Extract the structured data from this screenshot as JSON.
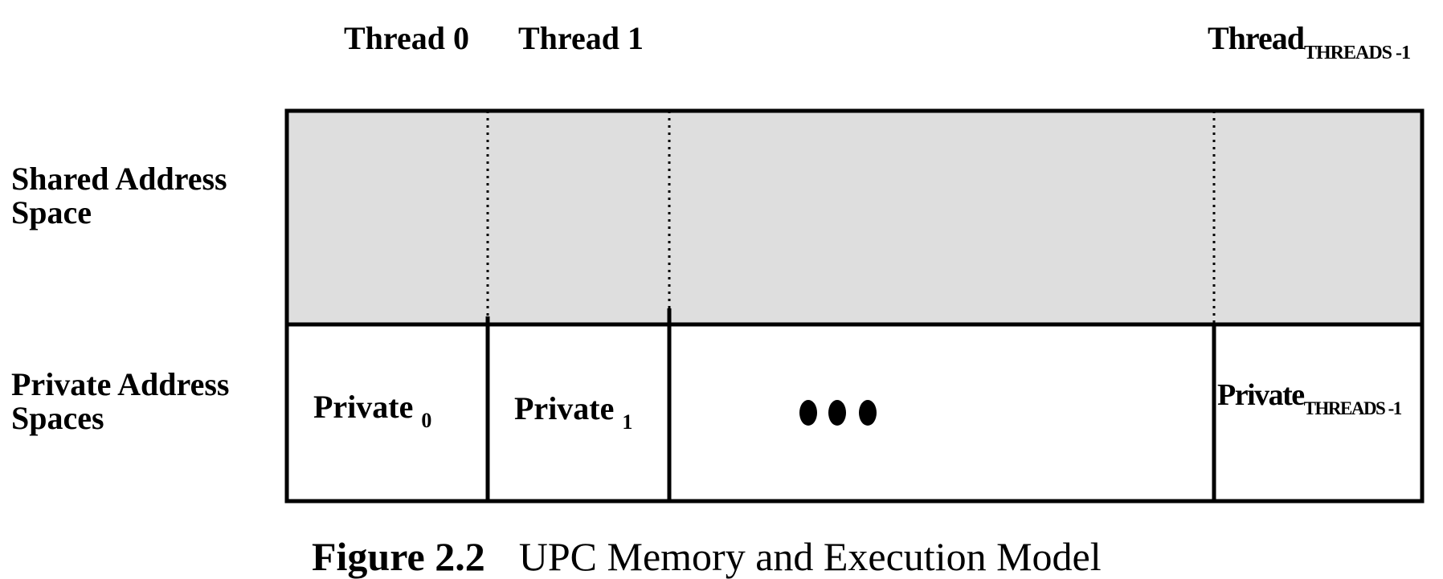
{
  "threads": {
    "t0": "Thread 0",
    "t1": "Thread 1",
    "tlast_main": "Thread",
    "tlast_sub": "THREADS -1"
  },
  "rows": {
    "shared": "Shared Address Space",
    "private": "Private Address Spaces"
  },
  "cells": {
    "p0_main": "Private",
    "p0_sub": "0",
    "p1_main": "Private",
    "p1_sub": "1",
    "plast_main": "Private",
    "plast_sub": "THREADS -1"
  },
  "caption": {
    "number": "Figure 2.2",
    "text": "UPC Memory and Execution Model"
  },
  "colors": {
    "shared_fill": "#dedede",
    "stroke": "#000000",
    "background": "#ffffff"
  }
}
